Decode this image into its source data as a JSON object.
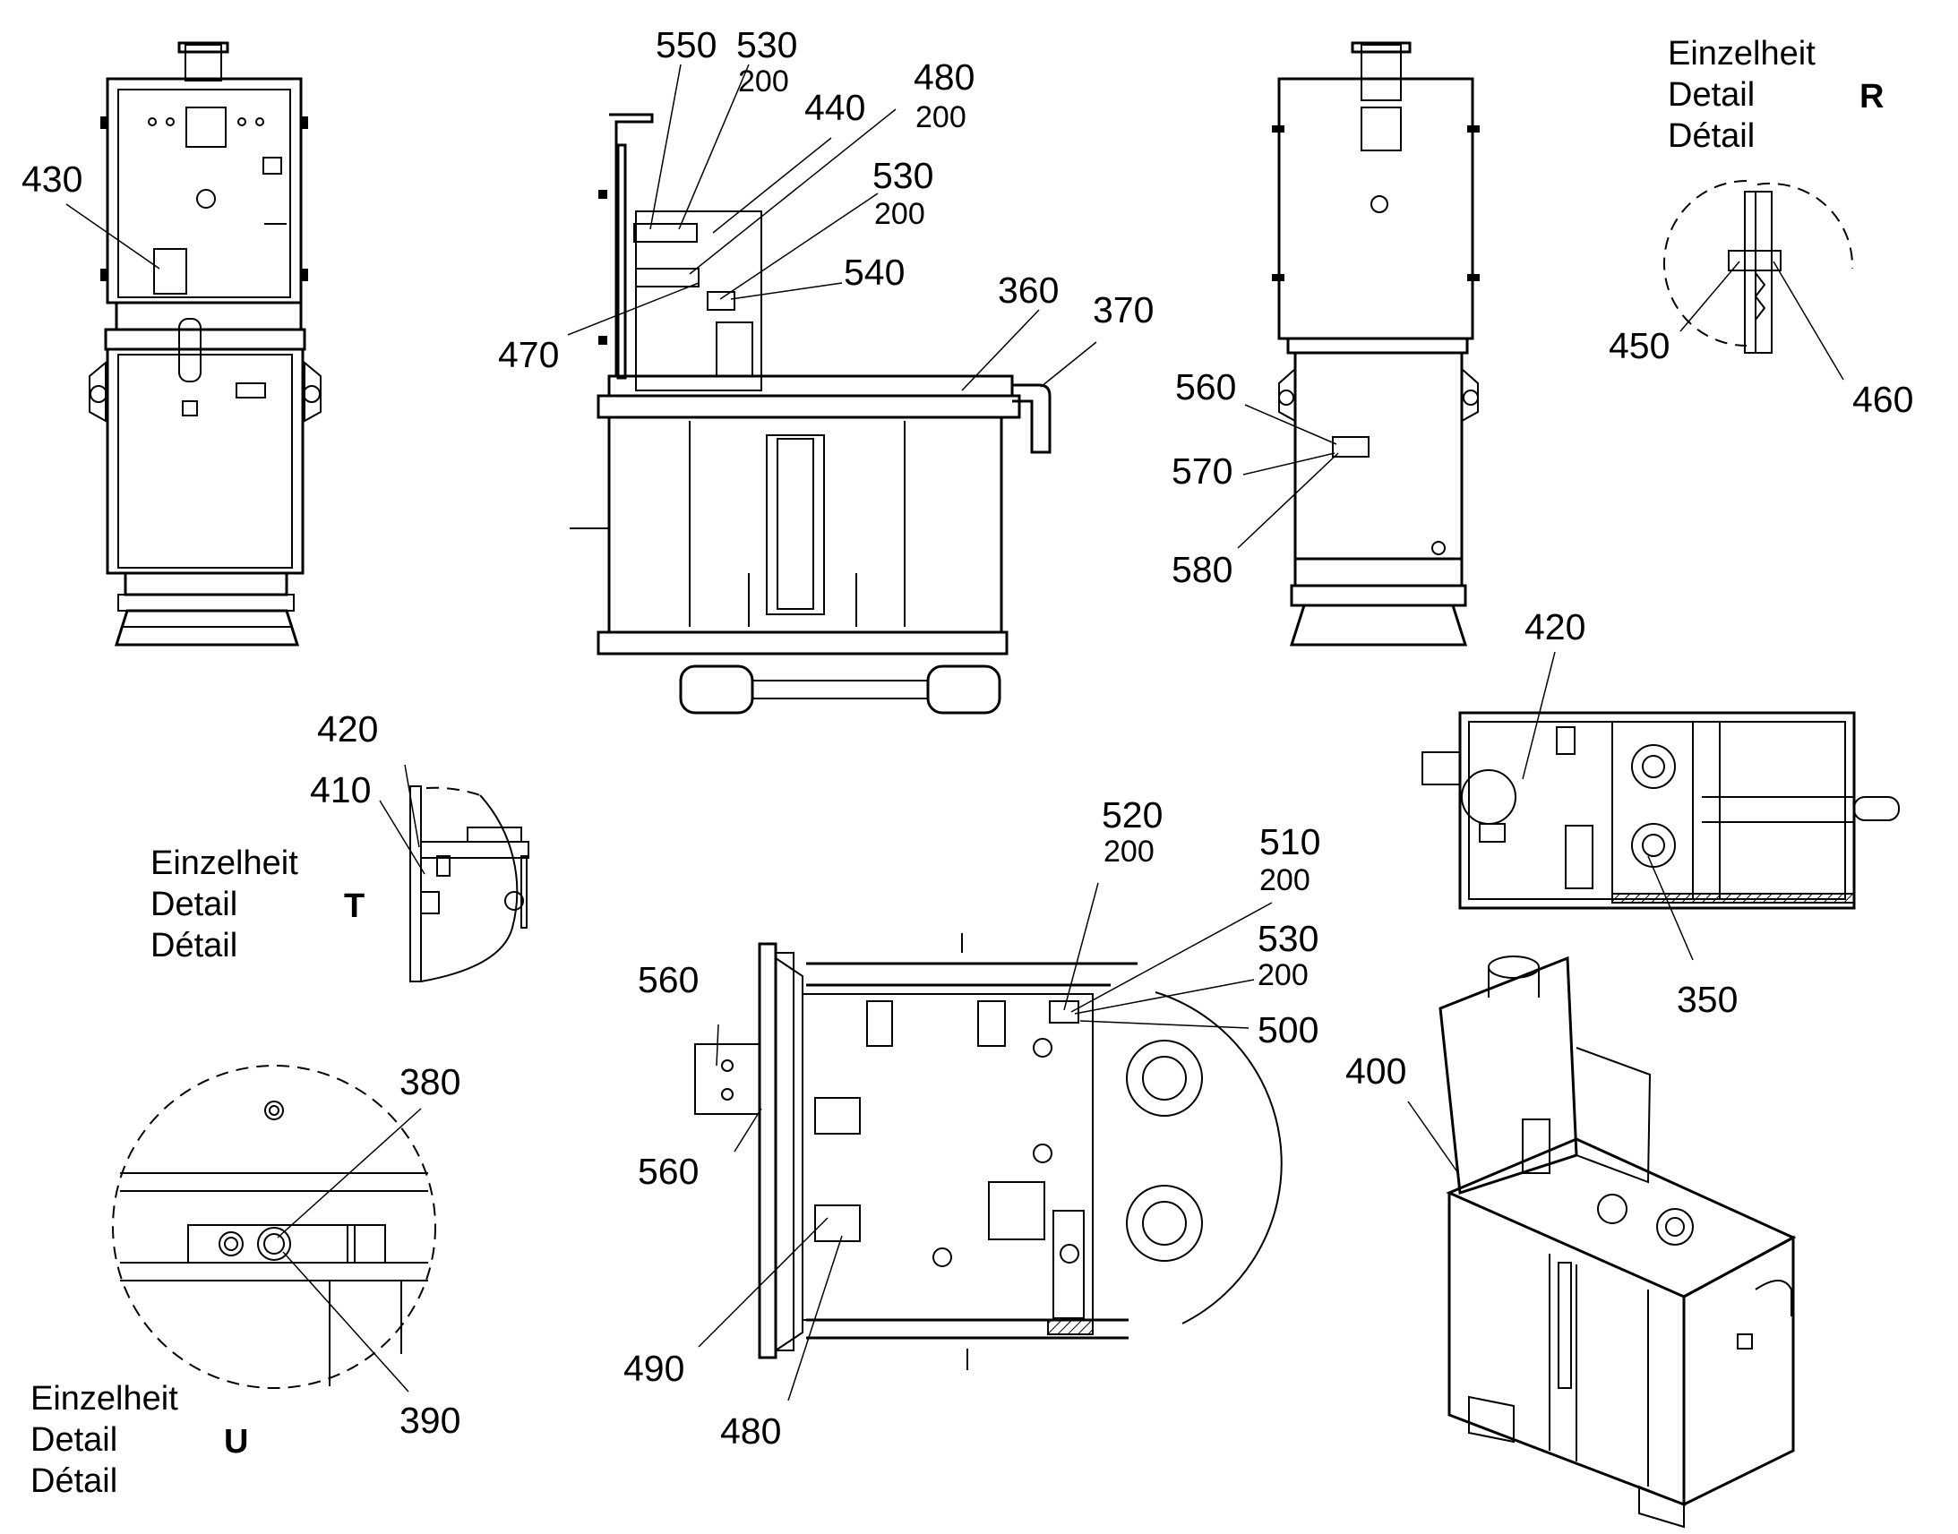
{
  "colors": {
    "ink": "#000000",
    "paper": "#ffffff"
  },
  "detail_words": [
    "Einzelheit",
    "Detail",
    "Détail"
  ],
  "details": {
    "R": "R",
    "T": "T",
    "U": "U"
  },
  "callouts": {
    "c430": "430",
    "c550": "550",
    "c530a": "530",
    "c530a_sub": "200",
    "c440": "440",
    "c480a": "480",
    "c480a_sub": "200",
    "c530b": "530",
    "c530b_sub": "200",
    "c540": "540",
    "c360": "360",
    "c370": "370",
    "c470": "470",
    "c560a": "560",
    "c570": "570",
    "c580": "580",
    "c450": "450",
    "c460": "460",
    "c420a": "420",
    "c350": "350",
    "c420b": "420",
    "c410": "410",
    "c380": "380",
    "c390": "390",
    "c520": "520",
    "c520_sub": "200",
    "c510": "510",
    "c510_sub": "200",
    "c530c": "530",
    "c530c_sub": "200",
    "c500": "500",
    "c560b": "560",
    "c560c": "560",
    "c490": "490",
    "c480b": "480",
    "c400": "400"
  }
}
